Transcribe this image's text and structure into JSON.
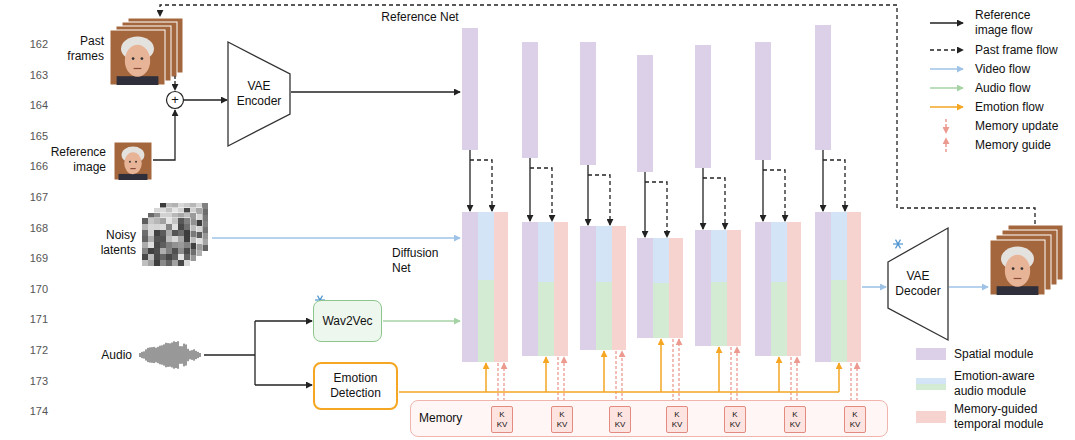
{
  "diagram": {
    "nodes": [
      {
        "text": [
          "VAE Encoder"
        ]
      },
      {
        "text": [
          "Wav2Vec"
        ]
      },
      {
        "text": [
          "Emotion Detection"
        ]
      },
      {
        "text": [
          "Memory"
        ]
      },
      {
        "text": [
          "K",
          "KV"
        ],
        "in": 3
      },
      {
        "text": [
          "K",
          "KV"
        ],
        "in": 3
      },
      {
        "text": [
          "K",
          "KV"
        ],
        "in": 3
      },
      {
        "text": [
          "K",
          "KV"
        ],
        "in": 3
      },
      {
        "text": [
          "K",
          "KV"
        ],
        "in": 3
      },
      {
        "text": [
          "K",
          "KV"
        ],
        "in": 3
      },
      {
        "text": [
          "K",
          "KV"
        ],
        "in": 3
      },
      {
        "text": [
          "VAE Decoder"
        ]
      }
    ],
    "labels": [
      "162",
      "163",
      "164",
      "165",
      "166",
      "167",
      "168",
      "169",
      "170",
      "171",
      "172",
      "173",
      "174",
      "Past frames",
      "Reference image",
      "+",
      "Reference Net",
      "Noisy latents",
      "Diffusion Net",
      "Audio"
    ],
    "legend": [
      {
        "text": "Reference image flow"
      },
      {
        "text": "Past frame flow"
      },
      {
        "text": "Video flow"
      },
      {
        "text": "Audio flow"
      },
      {
        "text": "Emotion flow"
      },
      {
        "text": "Memory update"
      },
      {
        "text": "Memory guide"
      },
      {
        "text": "Spatial module",
        "color": "#dcd0e9"
      },
      {
        "text": "Emotion-aware audio module",
        "color": "#d2e4f6"
      },
      {
        "text": "Memory-guided temporal module",
        "color": "#f7d3cf"
      }
    ]
  }
}
